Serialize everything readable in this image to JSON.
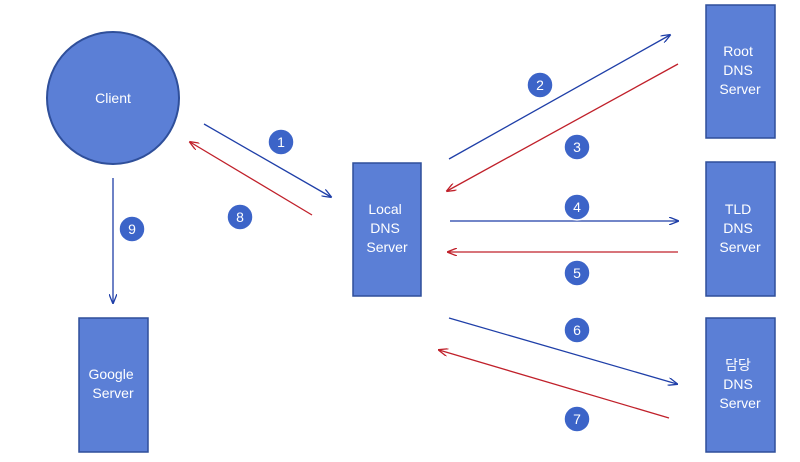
{
  "colors": {
    "node_fill": "#5b7fd6",
    "node_stroke": "#2f4f9a",
    "request_arrow": "#1f3fa8",
    "response_arrow": "#c0202a",
    "badge_fill": "#3c64c8"
  },
  "nodes": {
    "client": {
      "lines": [
        "Client"
      ]
    },
    "local_dns": {
      "lines": [
        "Local",
        "DNS",
        "Server"
      ]
    },
    "root_dns": {
      "lines": [
        "Root",
        "DNS",
        "Server"
      ]
    },
    "tld_dns": {
      "lines": [
        "TLD",
        "DNS",
        "Server"
      ]
    },
    "auth_dns": {
      "lines": [
        "담당",
        "DNS",
        "Server"
      ]
    },
    "google": {
      "lines": [
        "Google",
        "Server"
      ]
    }
  },
  "steps": [
    "1",
    "2",
    "3",
    "4",
    "5",
    "6",
    "7",
    "8",
    "9"
  ]
}
